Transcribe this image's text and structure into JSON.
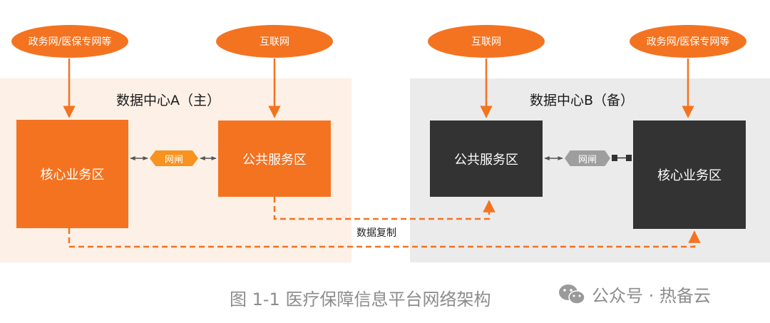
{
  "colors": {
    "accent": "#f47320",
    "dark_box": "#333333",
    "zone_a_bg": "#fdf0e6",
    "zone_b_bg": "#ebebeb",
    "gateway_orange": "#f7931e",
    "gateway_grey": "#9e9e9e",
    "caption": "#8c8c8c"
  },
  "zone_a": {
    "title": "数据中心A（主）"
  },
  "zone_b": {
    "title": "数据中心B（备）"
  },
  "networks": {
    "a_left": "政务网/医保专网等",
    "a_right": "互联网",
    "b_left": "互联网",
    "b_right": "政务网/医保专网等"
  },
  "boxes": {
    "a_core": "核心业务区",
    "a_public": "公共服务区",
    "b_public": "公共服务区",
    "b_core": "核心业务区"
  },
  "gateways": {
    "a": "网闸",
    "b": "网闸"
  },
  "replication_label": "数据复制",
  "caption": "图 1-1 医疗保障信息平台网络架构",
  "watermark": {
    "icon": "wechat-icon",
    "text": "公众号 · 热备云"
  }
}
